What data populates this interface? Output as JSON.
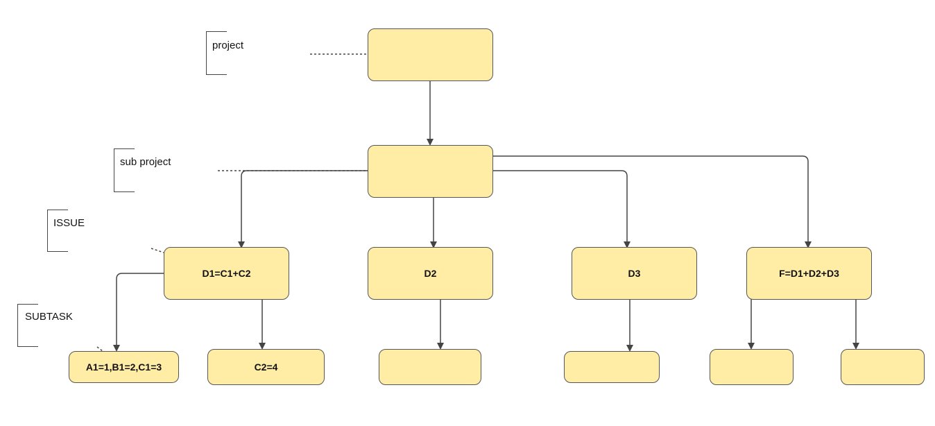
{
  "levels": {
    "project": "project",
    "sub_project": "sub project",
    "issue": "ISSUE",
    "subtask": "SUBTASK"
  },
  "nodes": {
    "project": "",
    "sub_project": "",
    "issue_d1": "D1=C1+C2",
    "issue_d2": "D2",
    "issue_d3": "D3",
    "issue_f": "F=D1+D2+D3",
    "subtask_a1": "A1=1,B1=2,C1=3",
    "subtask_c2": "C2=4",
    "subtask_d2": "",
    "subtask_d3": "",
    "subtask_f1": "",
    "subtask_f2": ""
  },
  "colors": {
    "node_fill": "#ffeca5",
    "node_border": "#555555",
    "edge": "#444444"
  }
}
